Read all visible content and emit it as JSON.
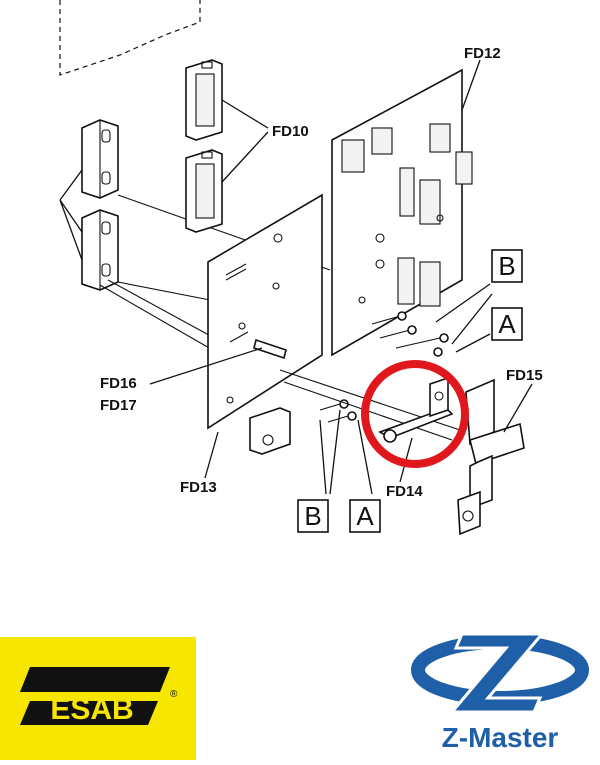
{
  "labels": {
    "fd10": "FD10",
    "fd12": "FD12",
    "fd13": "FD13",
    "fd14": "FD14",
    "fd15": "FD15",
    "fd16": "FD16",
    "fd17": "FD17"
  },
  "boxes": {
    "b_upper": "B",
    "a_upper": "A",
    "b_lower": "B",
    "a_lower": "A"
  },
  "logos": {
    "esab": "ESAB",
    "esab_mark": "®",
    "zmaster": "Z-Master"
  },
  "colors": {
    "highlight": "#e0181e",
    "esab_yellow": "#f7e600",
    "zmaster_blue": "#1f5fa8",
    "ink": "#111111"
  }
}
